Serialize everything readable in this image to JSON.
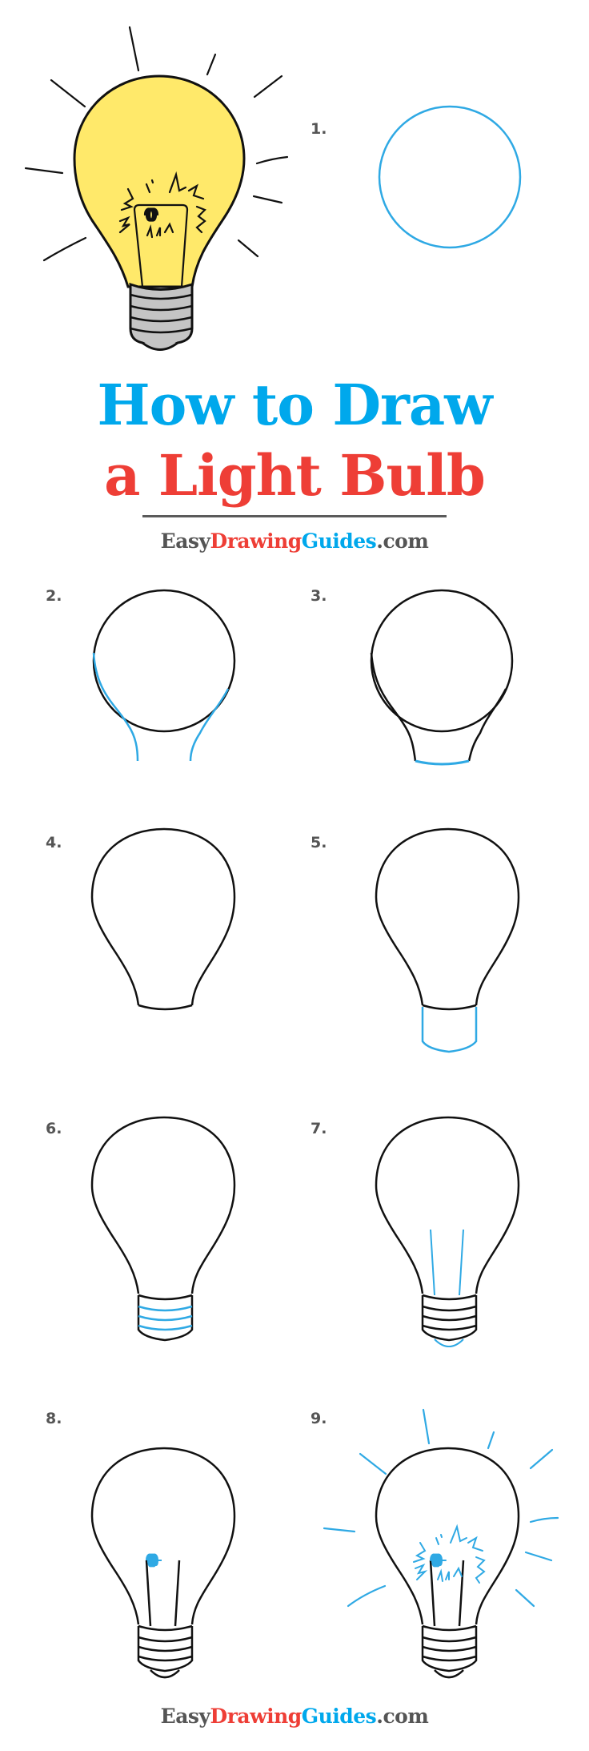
{
  "colors": {
    "title_blue": "#00a8ec",
    "title_red": "#ee3e36",
    "logo_gray": "#555555",
    "step_label_gray": "#555555",
    "guide_blue": "#2fa9e4",
    "outline_black": "#111111",
    "bulb_yellow": "#ffe96a",
    "base_gray": "#c4c4c4",
    "separator": "#5a5a5a"
  },
  "title": {
    "line1": "How to Draw",
    "line2": "a Light Bulb"
  },
  "logo_top": {
    "part1": "Easy",
    "part2": "Drawing",
    "part3": "Guides",
    "part4": ".com"
  },
  "logo_bottom": {
    "part1": "Easy",
    "part2": "Drawing",
    "part3": "Guides",
    "part4": ".com"
  },
  "finished_illustration": {
    "icon": "light-bulb-colored",
    "subject": "Light Bulb"
  },
  "steps": [
    {
      "label": "1.",
      "description": "circle"
    },
    {
      "label": "2.",
      "description": "neck curves"
    },
    {
      "label": "3.",
      "description": "bottom of glass"
    },
    {
      "label": "4.",
      "description": "bulb outline"
    },
    {
      "label": "5.",
      "description": "screw base"
    },
    {
      "label": "6.",
      "description": "threads"
    },
    {
      "label": "7.",
      "description": "filament supports and tip"
    },
    {
      "label": "8.",
      "description": "filament coil"
    },
    {
      "label": "9.",
      "description": "light rays and sparks"
    }
  ]
}
